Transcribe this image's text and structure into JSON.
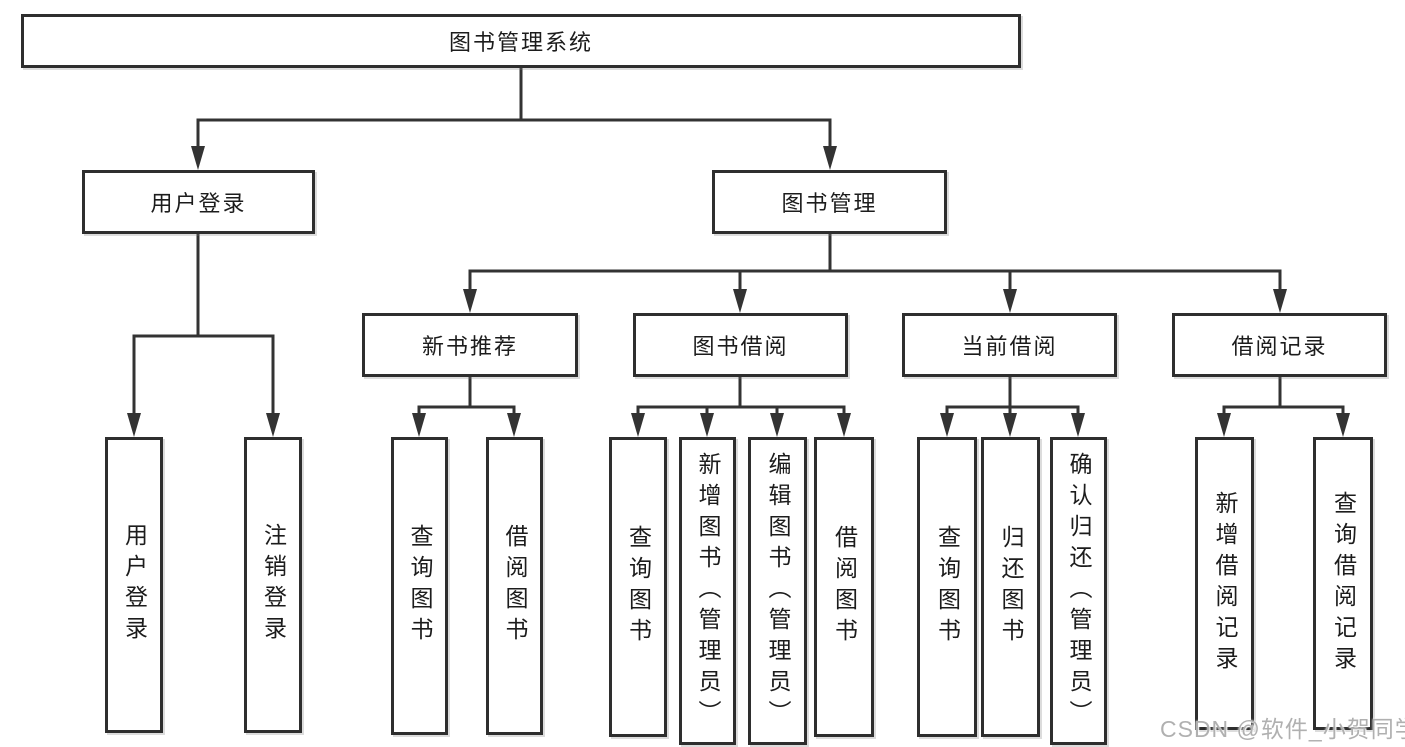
{
  "diagram": {
    "root": {
      "label": "图书管理系统"
    },
    "branches": [
      {
        "label": "用户登录",
        "children": [
          {
            "label": "用户登录"
          },
          {
            "label": "注销登录"
          }
        ]
      },
      {
        "label": "图书管理",
        "children": [
          {
            "label": "新书推荐",
            "children": [
              {
                "label": "查询图书"
              },
              {
                "label": "借阅图书"
              }
            ]
          },
          {
            "label": "图书借阅",
            "children": [
              {
                "label": "查询图书"
              },
              {
                "label": "新增图书（管理员）"
              },
              {
                "label": "编辑图书（管理员）"
              },
              {
                "label": "借阅图书"
              }
            ]
          },
          {
            "label": "当前借阅",
            "children": [
              {
                "label": "查询图书"
              },
              {
                "label": "归还图书"
              },
              {
                "label": "确认归还（管理员）"
              }
            ]
          },
          {
            "label": "借阅记录",
            "children": [
              {
                "label": "新增借阅记录"
              },
              {
                "label": "查询借阅记录"
              }
            ]
          }
        ]
      }
    ]
  },
  "watermark": "CSDN @软件_小贺同学",
  "colors": {
    "line": "#333333",
    "box_border": "#2e2e2e",
    "text": "#1c1c1c",
    "watermark": "#b0b0b0",
    "background": "#ffffff"
  }
}
